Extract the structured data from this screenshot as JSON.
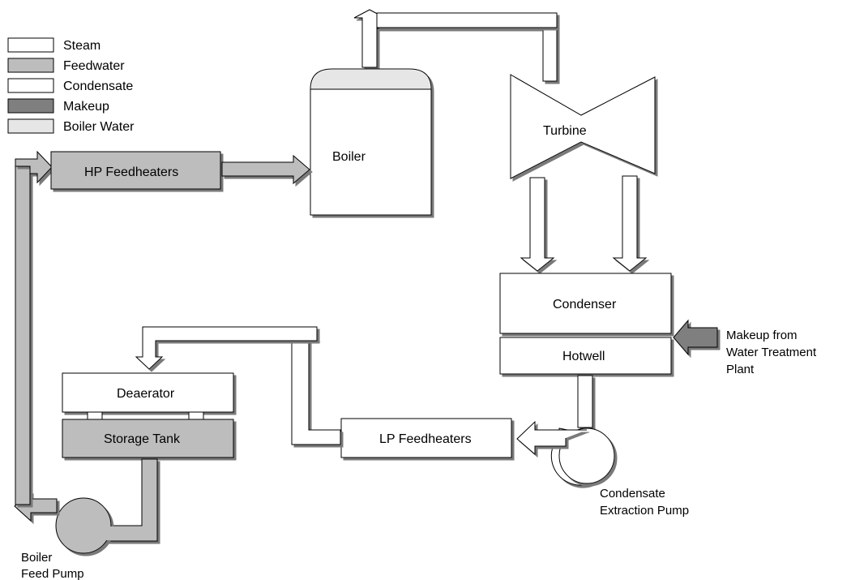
{
  "legend": [
    {
      "label": "Steam",
      "color": "#ffffff"
    },
    {
      "label": "Feedwater",
      "color": "#bdbdbd"
    },
    {
      "label": "Condensate",
      "color": "#ffffff"
    },
    {
      "label": "Makeup",
      "color": "#7f7f7f"
    },
    {
      "label": "Boiler Water",
      "color": "#e6e6e6"
    }
  ],
  "components": {
    "boiler": "Boiler",
    "turbine": "Turbine",
    "hp_feedheaters": "HP Feedheaters",
    "condenser": "Condenser",
    "hotwell": "Hotwell",
    "deaerator": "Deaerator",
    "storage_tank": "Storage Tank",
    "lp_feedheaters": "LP Feedheaters"
  },
  "labels": {
    "makeup_line1": "Makeup from",
    "makeup_line2": "Water Treatment",
    "makeup_line3": "Plant",
    "cep_line1": "Condensate",
    "cep_line2": "Extraction Pump",
    "bfp_line1": "Boiler",
    "bfp_line2": "Feed Pump"
  },
  "colors": {
    "feedwater": "#bdbdbd",
    "steam": "#ffffff",
    "makeup": "#7f7f7f",
    "boiler_water": "#e6e6e6",
    "outline": "#000000",
    "shadow": "#7a7a7a"
  }
}
